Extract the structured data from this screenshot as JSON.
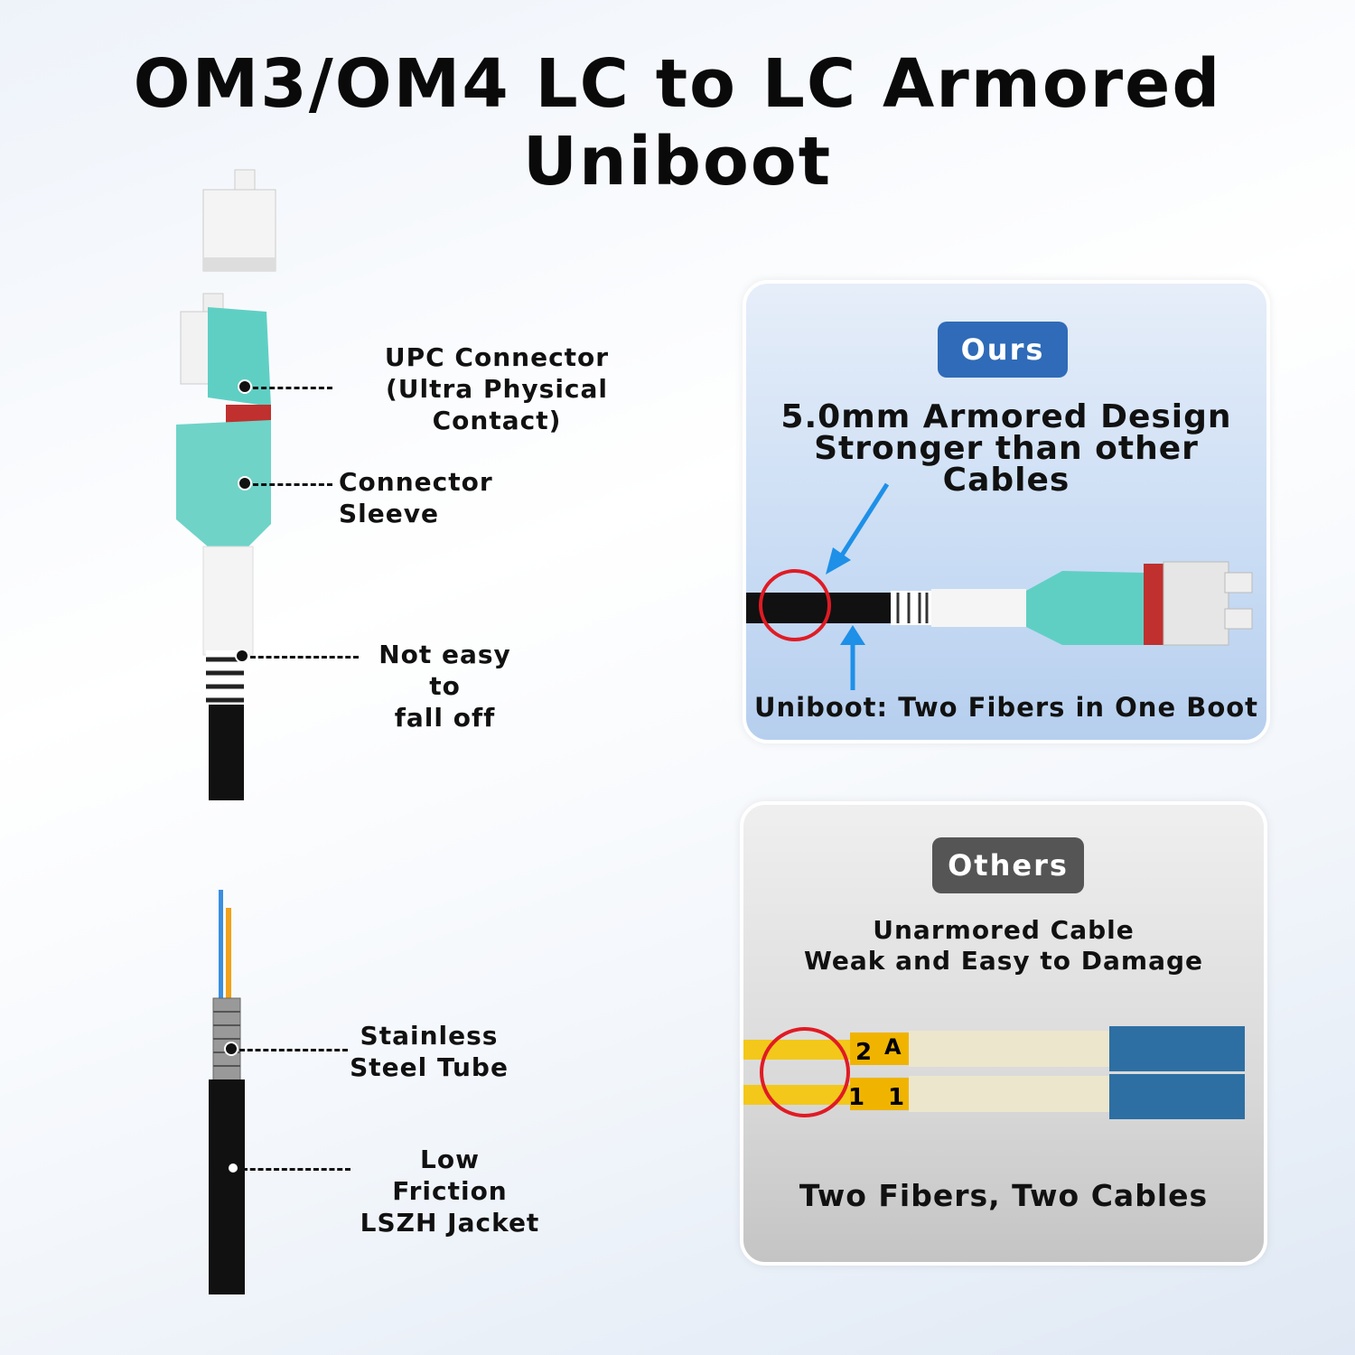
{
  "title": "OM3/OM4 LC to LC Armored Uniboot",
  "callouts": {
    "upc_line1": "UPC Connector",
    "upc_line2": "(Ultra Physical Contact)",
    "sleeve": "Connector Sleeve",
    "boot_line1": "Not easy to",
    "boot_line2": "fall off",
    "tube_line1": "Stainless",
    "tube_line2": "Steel  Tube",
    "jacket_line1": "Low Friction",
    "jacket_line2": "LSZH Jacket"
  },
  "ours": {
    "badge": "Ours",
    "headline1": "5.0mm Armored Design",
    "headline2": "Stronger than other Cables",
    "caption": "Uniboot: Two Fibers in One Boot",
    "badge_color": "#2f6bb8"
  },
  "others": {
    "badge": "Others",
    "headline1": "Unarmored Cable",
    "headline2": "Weak and Easy to Damage",
    "caption": "Two Fibers, Two Cables",
    "label_2": "2",
    "label_a": "A",
    "label_1a": "1",
    "label_1b": "1",
    "badge_color": "#555555"
  }
}
